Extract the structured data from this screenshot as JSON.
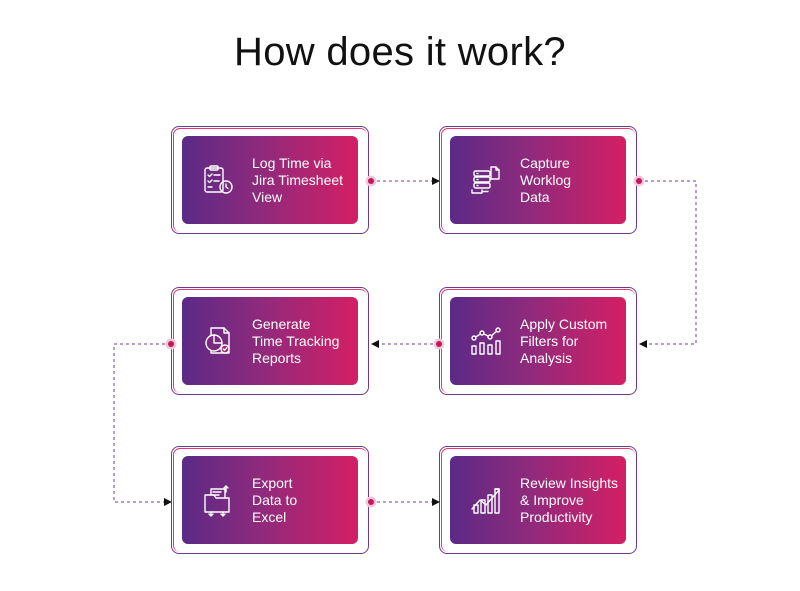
{
  "title": "How does it work?",
  "steps": [
    {
      "label": "Log Time via\nJira Timesheet\nView",
      "icon": "clipboard-clock-icon"
    },
    {
      "label": "Capture\nWorklog\nData",
      "icon": "database-stack-icon"
    },
    {
      "label": "Generate\nTime Tracking\nReports",
      "icon": "report-chart-icon"
    },
    {
      "label": "Apply Custom\nFilters for\nAnalysis",
      "icon": "filter-analytics-icon"
    },
    {
      "label": "Export\nData to\nExcel",
      "icon": "folder-export-icon"
    },
    {
      "label": "Review Insights\n& Improve\nProductivity",
      "icon": "trend-insights-icon"
    }
  ],
  "colors": {
    "gradient_start": "#5b2a86",
    "gradient_end": "#d41f64",
    "connector": "#7a3a8a",
    "dot": "#c2185b"
  }
}
